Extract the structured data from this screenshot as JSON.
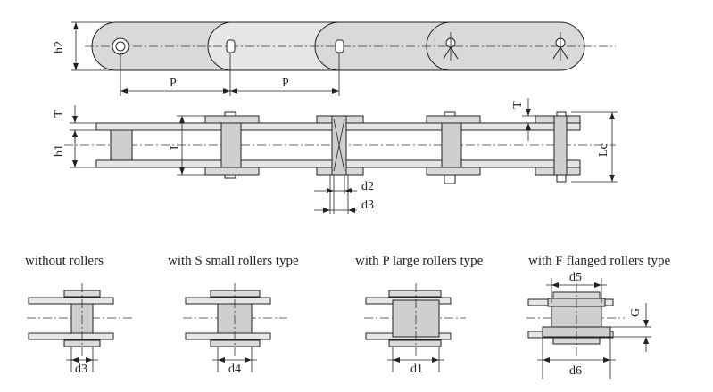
{
  "colors": {
    "plate": "#d9d9d9",
    "line": "#222222",
    "background": "#ffffff"
  },
  "top_view": {
    "labels": {
      "h2": "h2",
      "p1": "P",
      "p2": "P"
    }
  },
  "section_view": {
    "labels": {
      "t_left": "T",
      "b1": "b1",
      "l": "L",
      "t_right": "T",
      "lc": "Lc",
      "d2": "d2",
      "d3": "d3"
    }
  },
  "types": [
    {
      "caption": "without rollers",
      "dim": "d3"
    },
    {
      "caption": "with S small  rollers type",
      "dim": "d4"
    },
    {
      "caption": "with P large rollers type",
      "dim": "d1"
    },
    {
      "caption": "with F flanged rollers type",
      "dim": "d6",
      "dim_top": "d5",
      "dim_side": "G"
    }
  ]
}
